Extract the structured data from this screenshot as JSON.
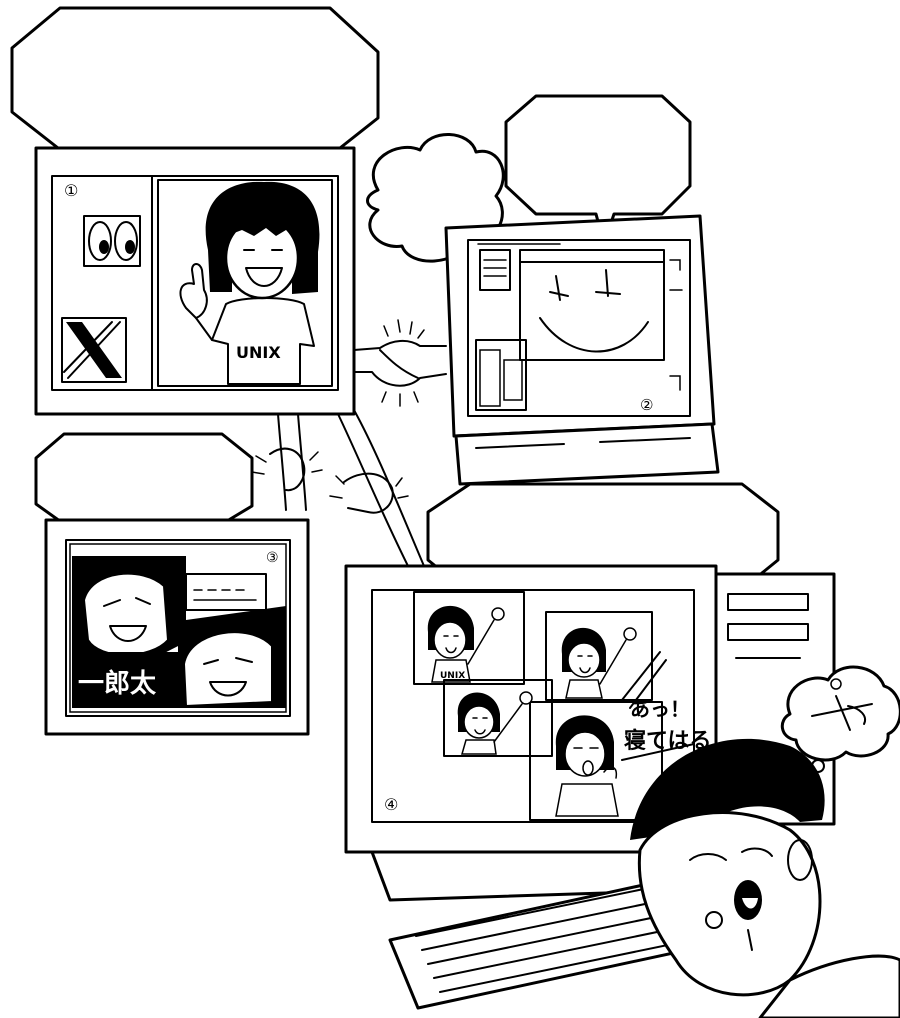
{
  "image": {
    "style": "black-and-white cartoon illustration",
    "colors": {
      "ink": "#000000",
      "paper": "#ffffff"
    }
  },
  "panels": [
    {
      "number": "①",
      "tshirt_text": "UNIX"
    },
    {
      "number": "②"
    },
    {
      "number": "③",
      "window_caption": "一郎太"
    },
    {
      "number": "④",
      "tshirt_text": "UNIX",
      "exclamation": "あっ！",
      "remark": "寝てはる"
    }
  ]
}
